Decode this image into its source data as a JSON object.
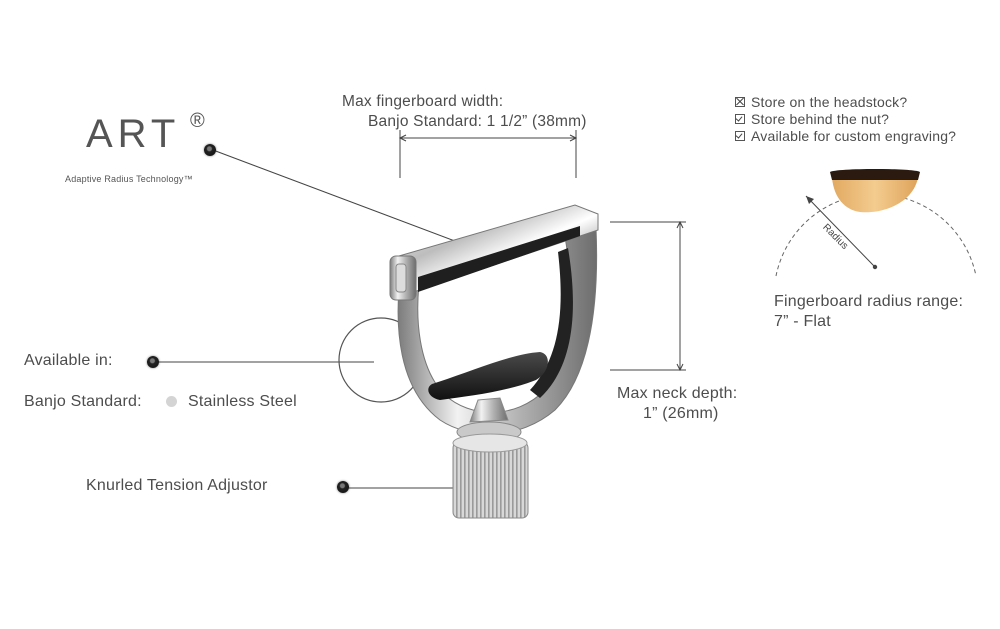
{
  "logo": {
    "text": "ART",
    "registered": "®",
    "subtitle": "Adaptive Radius Technology™"
  },
  "width_label": {
    "line1": "Max fingerboard width:",
    "line2": "Banjo Standard: 1 1/2” (38mm)"
  },
  "checklist": [
    {
      "mark": "x",
      "text": "Store on the headstock?"
    },
    {
      "mark": "check",
      "text": "Store behind the nut?"
    },
    {
      "mark": "check",
      "text": "Available for custom engraving?"
    }
  ],
  "radius_diagram": {
    "arrow_label": "Radius",
    "range_title": "Fingerboard radius range:",
    "range_value": "7” - Flat"
  },
  "available": {
    "label": "Available in:",
    "model": "Banjo Standard:",
    "finish": "Stainless Steel",
    "finish_color": "#d4d4d4"
  },
  "neck_depth": {
    "line1": "Max neck depth:",
    "line2": "1” (26mm)"
  },
  "adjustor": {
    "label": "Knurled Tension Adjustor"
  },
  "colors": {
    "text": "#4d4d4d",
    "line": "#444444",
    "wood": "#e9b877",
    "wood_top": "#2a1a10"
  }
}
